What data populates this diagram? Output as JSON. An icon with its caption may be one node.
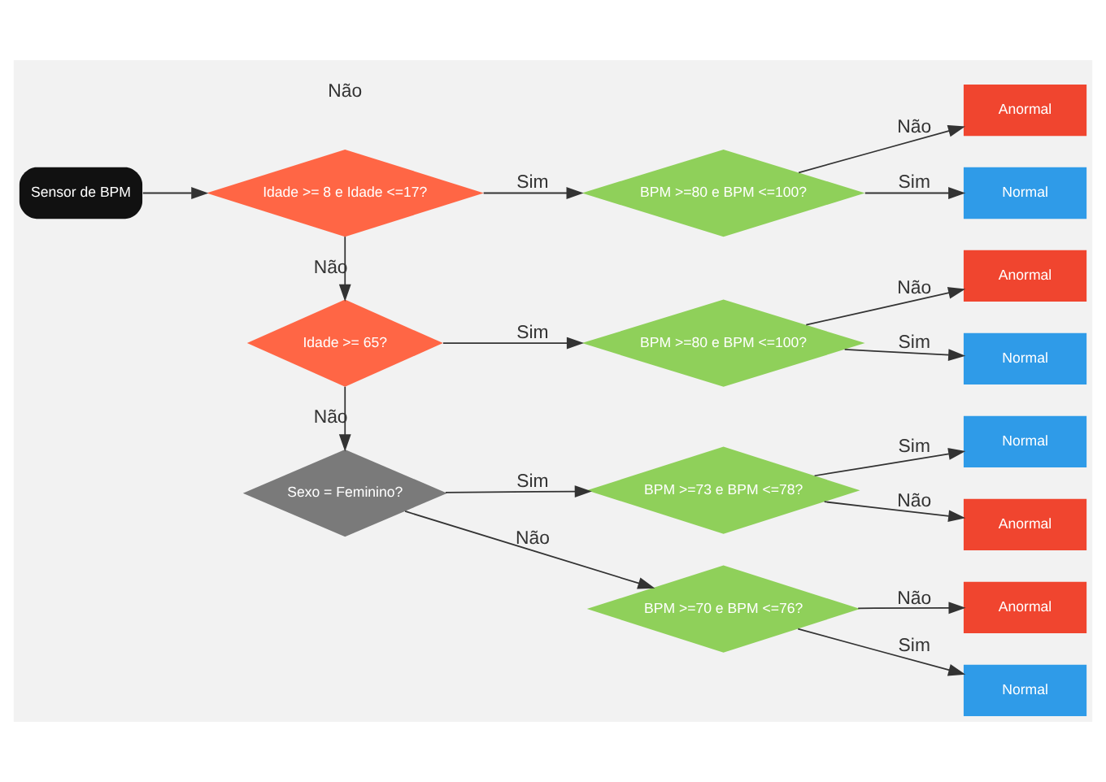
{
  "diagram": {
    "nodes": [
      {
        "text": [
          "Sensor de BPM"
        ]
      },
      {
        "text": [
          "Idade >= 8 e Idade <=17?"
        ]
      },
      {
        "text": [
          "BPM >=80 e BPM <=100?"
        ]
      },
      {
        "text": [
          "Anormal"
        ]
      },
      {
        "text": [
          "Normal"
        ]
      },
      {
        "text": [
          "Idade >= 65?"
        ]
      },
      {
        "text": [
          "BPM >=80 e BPM <=100?"
        ]
      },
      {
        "text": [
          "Anormal"
        ]
      },
      {
        "text": [
          "Normal"
        ]
      },
      {
        "text": [
          "Sexo = Feminino?"
        ]
      },
      {
        "text": [
          "BPM >=73 e BPM <=78?"
        ]
      },
      {
        "text": [
          "Normal"
        ]
      },
      {
        "text": [
          "Anormal"
        ]
      },
      {
        "text": [
          "BPM >=70 e BPM <=76?"
        ]
      },
      {
        "text": [
          "Anormal"
        ]
      },
      {
        "text": [
          "Normal"
        ]
      }
    ],
    "edges": [
      {
        "from": 0,
        "to": 1,
        "arrow": "to"
      },
      {
        "from": 1,
        "to": 2,
        "label": "Sim",
        "arrow": "to"
      },
      {
        "from": 2,
        "to": 3,
        "label": "Não",
        "arrow": "to"
      },
      {
        "from": 2,
        "to": 4,
        "label": "Sim",
        "arrow": "to"
      },
      {
        "from": 1,
        "to": 5,
        "label": "Não",
        "arrow": "to"
      },
      {
        "from": 5,
        "to": 6,
        "label": "Sim",
        "arrow": "to"
      },
      {
        "from": 6,
        "to": 7,
        "label": "Não",
        "arrow": "to"
      },
      {
        "from": 6,
        "to": 8,
        "label": "Sim",
        "arrow": "to"
      },
      {
        "from": 5,
        "to": 9,
        "label": "Não",
        "arrow": "to"
      },
      {
        "from": 9,
        "to": 10,
        "label": "Sim",
        "arrow": "to"
      },
      {
        "from": 10,
        "to": 11,
        "label": "Sim",
        "arrow": "to"
      },
      {
        "from": 10,
        "to": 12,
        "label": "Não",
        "arrow": "to"
      },
      {
        "from": 9,
        "to": 13,
        "label": "Não",
        "arrow": "to"
      },
      {
        "from": 13,
        "to": 14,
        "label": "Não",
        "arrow": "to"
      },
      {
        "from": 13,
        "to": 15,
        "label": "Sim",
        "arrow": "to"
      }
    ],
    "labels": [
      "Não"
    ]
  }
}
